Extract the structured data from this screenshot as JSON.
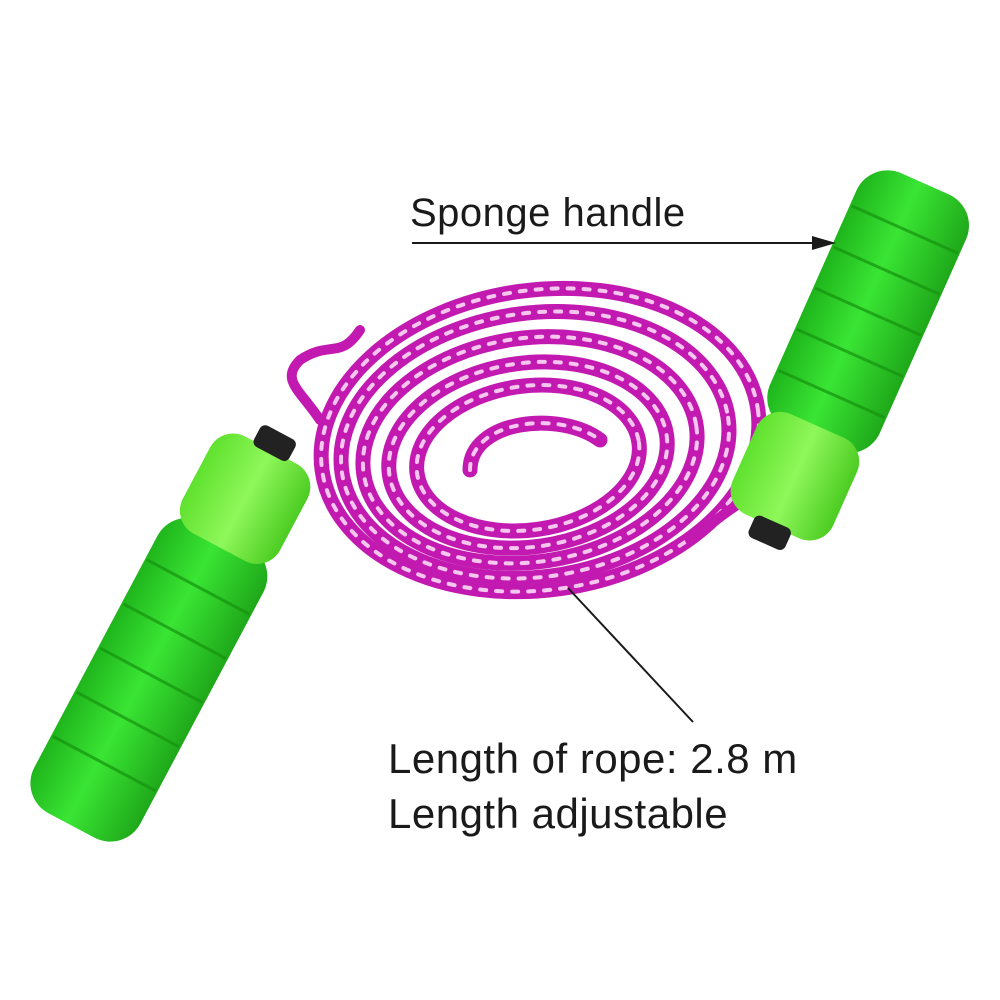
{
  "callouts": {
    "handle": "Sponge handle",
    "rope_length": "Length of rope: 2.8 m",
    "adjustable": "Length adjustable"
  },
  "colors": {
    "background": "#ffffff",
    "handle_foam": "#2fd62a",
    "handle_cap": "#6df03a",
    "rope": "#d61fc4",
    "rope_stripe": "#f7c6ef",
    "text": "#1a1a1a"
  }
}
